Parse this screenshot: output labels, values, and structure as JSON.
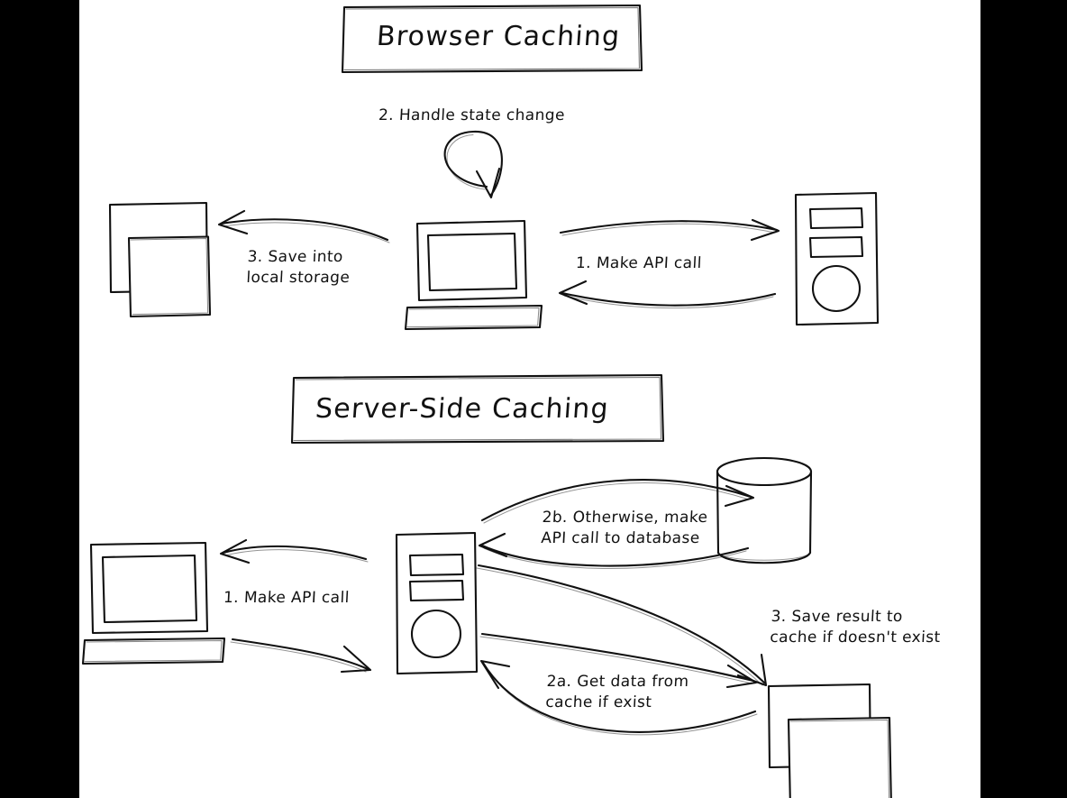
{
  "diagram": {
    "type": "hand-drawn-architecture-diagram",
    "background_color": "#ffffff",
    "letterbox_color": "#000000",
    "ink_color": "#111111",
    "sections": [
      {
        "id": "browser-caching",
        "title": "Browser Caching",
        "nodes": [
          {
            "id": "local-storage",
            "icon": "stacked-pages-icon",
            "label": ""
          },
          {
            "id": "browser-computer",
            "icon": "desktop-computer-icon",
            "label": ""
          },
          {
            "id": "server-tower",
            "icon": "server-tower-icon",
            "label": ""
          }
        ],
        "steps": [
          {
            "id": "step-1",
            "text": "1. Make API call"
          },
          {
            "id": "step-2",
            "text": "2. Handle state change"
          },
          {
            "id": "step-3",
            "text": "3. Save into\nlocal storage"
          }
        ]
      },
      {
        "id": "server-side-caching",
        "title": "Server-Side Caching",
        "nodes": [
          {
            "id": "client-computer",
            "icon": "desktop-computer-icon",
            "label": ""
          },
          {
            "id": "server-tower-2",
            "icon": "server-tower-icon",
            "label": ""
          },
          {
            "id": "database",
            "icon": "database-cylinder-icon",
            "label": ""
          },
          {
            "id": "cache",
            "icon": "stacked-pages-icon",
            "label": ""
          }
        ],
        "steps": [
          {
            "id": "step-1",
            "text": "1. Make API call"
          },
          {
            "id": "step-2a",
            "text": "2a. Get data from\ncache if exist"
          },
          {
            "id": "step-2b",
            "text": "2b. Otherwise, make\nAPI call to database"
          },
          {
            "id": "step-3",
            "text": "3. Save result to\ncache if doesn't exist"
          }
        ]
      }
    ]
  }
}
